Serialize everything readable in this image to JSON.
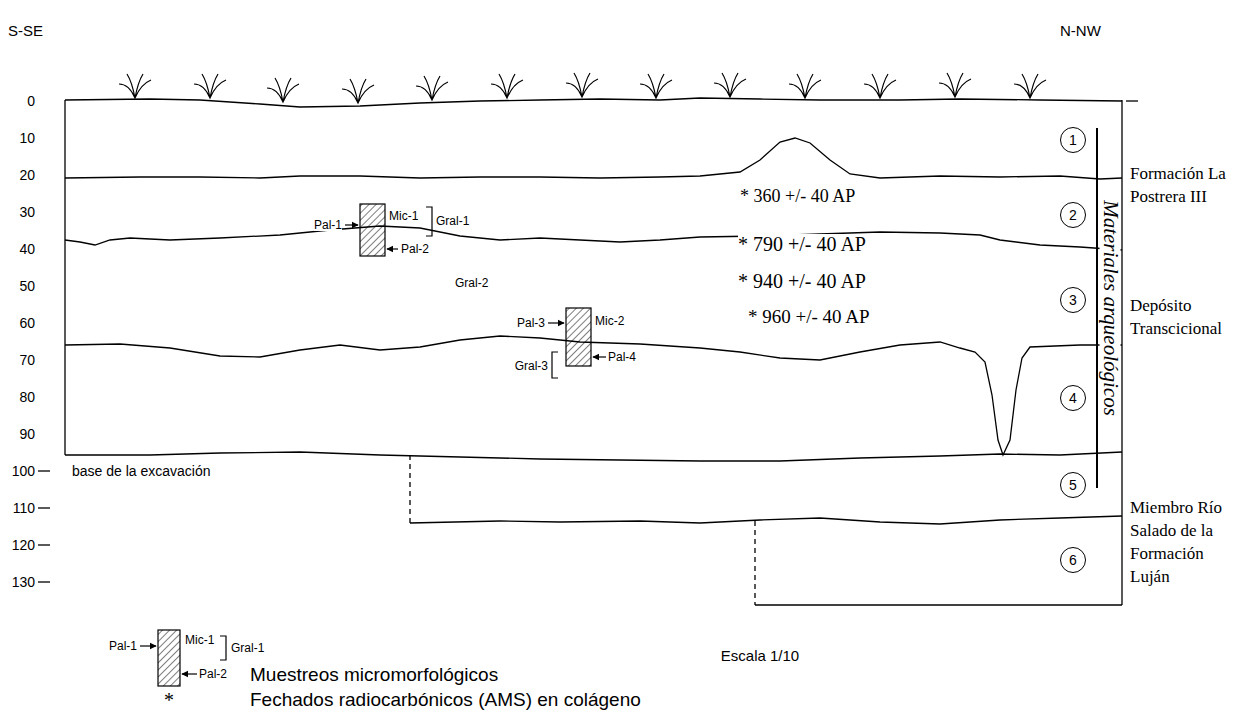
{
  "diagram": {
    "nodes": [
      {
        "text": [
          "1"
        ]
      },
      {
        "text": [
          "2"
        ]
      },
      {
        "text": [
          "3"
        ]
      },
      {
        "text": [
          "4"
        ]
      },
      {
        "text": [
          "5"
        ]
      },
      {
        "text": [
          "6"
        ]
      }
    ],
    "labels": [
      "S-SE",
      "N-NW",
      "0",
      "10",
      "20",
      "30",
      "40",
      "50",
      "60",
      "70",
      "80",
      "90",
      "100",
      "110",
      "120",
      "130",
      "Formación La Postrera III",
      "Depósito Transcicional",
      "Miembro Río Salado de la Formación Luján",
      "Materiales arqueológicos",
      "* 360 +/- 40 AP",
      "* 790 +/- 40 AP",
      "* 940 +/- 40 AP",
      "* 960 +/- 40 AP",
      "Pal-1",
      "Mic-1",
      "Gral-1",
      "Pal-2",
      "Gral-2",
      "Pal-3",
      "Mic-2",
      "Pal-4",
      "Gral-3",
      "base de la excavación",
      "Pal-1",
      "Mic-1",
      "Gral-1",
      "Pal-2",
      "*",
      "Escala 1/10"
    ],
    "legend": [
      {
        "text": "Muestreos micromorfológicos"
      },
      {
        "text": "Fechados radiocarbónicos (AMS) en colágeno"
      }
    ]
  }
}
